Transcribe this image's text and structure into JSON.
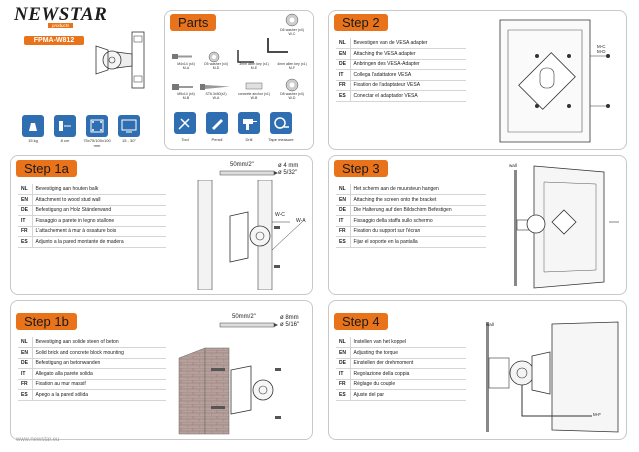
{
  "brand": {
    "name": "NEWSTAR",
    "sub": "products",
    "model": "FPMA-W812",
    "url": "www.newstar.eu"
  },
  "parts": {
    "title": "Parts",
    "items": [
      {
        "label": "M4x14 (x4)",
        "code": "M-A"
      },
      {
        "label": "D5 washer (x4)",
        "code": "M-D"
      },
      {
        "label": "3mm allen key (x1)",
        "code": "M-E"
      },
      {
        "label": "D6 washer (x4)",
        "code": "W-C"
      },
      {
        "label": "M5x14 (x4)",
        "code": "M-B"
      },
      {
        "label": "ST6.3x50(x2)",
        "code": "W-A"
      },
      {
        "label": "concrete anchor (x1)",
        "code": "W-B"
      },
      {
        "label": "4mm allen key (x1)",
        "code": "M-F"
      },
      {
        "label": "D8 washer (x4)",
        "code": "W-D"
      }
    ]
  },
  "specs": [
    {
      "label": "15 kg"
    },
    {
      "label": "8 cm"
    },
    {
      "label": "75x75/100x100 mm"
    },
    {
      "label": "15 - 30°"
    }
  ],
  "tools": [
    {
      "label": "Tool"
    },
    {
      "label": "Pencil"
    },
    {
      "label": "Drill"
    },
    {
      "label": "Tape measure"
    }
  ],
  "step2": {
    "title": "Step 2",
    "rows": [
      {
        "code": "NL",
        "text": "Bevestigen van de VESA adapter"
      },
      {
        "code": "EN",
        "text": "Attaching the VESA adapter"
      },
      {
        "code": "DE",
        "text": "Anbringen des VESA-Adapter"
      },
      {
        "code": "IT",
        "text": "Collega l'adattatore VESA"
      },
      {
        "code": "FR",
        "text": "Fixation de l'adaptateur VESA"
      },
      {
        "code": "ES",
        "text": "Conectar el adaptador VESA"
      }
    ],
    "labels": {
      "mc": "M-C",
      "md": "M-D"
    }
  },
  "step1a": {
    "title": "Step 1a",
    "rows": [
      {
        "code": "NL",
        "text": "Bevestiging aan houten balk"
      },
      {
        "code": "EN",
        "text": "Attachment to wood stud wall"
      },
      {
        "code": "DE",
        "text": "Befestigung an Holz Ständerwand"
      },
      {
        "code": "IT",
        "text": "Fissaggio a parete in legno stallone"
      },
      {
        "code": "FR",
        "text": "L'attachement à mur à ossature bois"
      },
      {
        "code": "ES",
        "text": "Adjunto a la pared montante de madera"
      }
    ],
    "depth": "50mm/2\"",
    "drill_mm": "ø 4 mm",
    "drill_in": "ø 5/32\"",
    "wc": "W-C",
    "wa": "W-A"
  },
  "step3": {
    "title": "Step 3",
    "rows": [
      {
        "code": "NL",
        "text": "Het scherm aan de muursteun hangen"
      },
      {
        "code": "EN",
        "text": "Attaching the screen onto the bracket"
      },
      {
        "code": "DE",
        "text": "Die Halterung auf den Bildschirm Befestigen"
      },
      {
        "code": "IT",
        "text": "Fissaggio della staffa sullo schermo"
      },
      {
        "code": "FR",
        "text": "Fixation du support sur l'écran"
      },
      {
        "code": "ES",
        "text": "Fijar el soporte en la pantalla"
      }
    ],
    "wall": "wall"
  },
  "step1b": {
    "title": "Step 1b",
    "rows": [
      {
        "code": "NL",
        "text": "Bevestiging aan solide steen of beton"
      },
      {
        "code": "EN",
        "text": "Solid brick and concrete block mounting"
      },
      {
        "code": "DE",
        "text": "Befestigung an betonwanden"
      },
      {
        "code": "IT",
        "text": "Allegato alla parete solida"
      },
      {
        "code": "FR",
        "text": "Fixation au mur massif"
      },
      {
        "code": "ES",
        "text": "Apego a la pared sólida"
      }
    ],
    "depth": "50mm/2\"",
    "drill_mm": "ø 8mm",
    "drill_in": "ø 5/16\""
  },
  "step4": {
    "title": "Step 4",
    "rows": [
      {
        "code": "NL",
        "text": "Instellen van het koppel"
      },
      {
        "code": "EN",
        "text": "Adjusting the torque"
      },
      {
        "code": "DE",
        "text": "Einstellen der drehmoment"
      },
      {
        "code": "IT",
        "text": "Regolazione della coppia"
      },
      {
        "code": "FR",
        "text": "Réglage du couple"
      },
      {
        "code": "ES",
        "text": "Ajuste del par"
      }
    ],
    "wall": "wall",
    "mf": "M-F"
  },
  "colors": {
    "accent": "#e8731a",
    "blue": "#2f6eb0",
    "brand": "#1d1d1b"
  }
}
